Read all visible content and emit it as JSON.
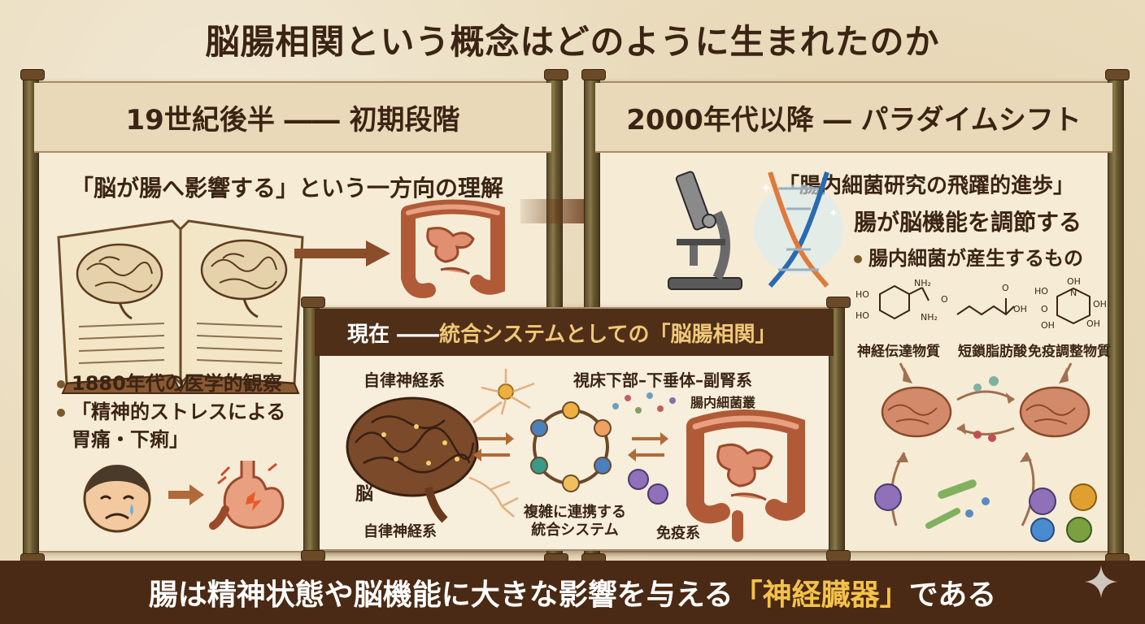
{
  "title": "脳腸相関という概念はどのように生まれたのか",
  "left_panel": {
    "header": "19世紀後半 ―― 初期段階",
    "subtitle": "「脳が腸へ影響する」という一方向の理解",
    "bullet1": "1880年代の医学的観察",
    "bullet2_line1": "「精神的ストレスによる",
    "bullet2_line2": "胃痛・下痢」"
  },
  "right_panel": {
    "header": "2000年代以降 ― パラダイムシフト",
    "subtitle1": "「腸内細菌研究の飛躍的進歩」",
    "subtitle2": "腸が脳機能を調節する",
    "bullet": "腸内細菌が産生するもの",
    "chem1": "神経伝達物質",
    "chem2": "短鎖脂肪酸",
    "chem3": "免疫調整物質",
    "chem_labels": {
      "ho1": "HO",
      "ho2": "HO",
      "nh2a": "NH₂",
      "nh2b": "NH₂",
      "o1": "O",
      "oh1": "OH",
      "o2": "O",
      "oh_top": "OH",
      "ho3": "HO",
      "n": "N",
      "o3": "O",
      "oh2": "OH",
      "oh3": "OH",
      "oh4": "OH"
    }
  },
  "center_panel": {
    "header_prefix": "現在 ―― ",
    "header_highlight": "統合システムとしての「脳腸相関」",
    "label_ans_top": "自律神経系",
    "label_hpa": "視床下部–下垂体–副腎系",
    "label_microbiota": "腸内細菌叢",
    "label_brain": "脳",
    "label_ans_bottom": "自律神経系",
    "label_system_line1": "複雑に連携する",
    "label_system_line2": "統合システム",
    "label_immune": "免疫系"
  },
  "bottom": {
    "prefix": "腸は精神状態や脳機能に大きな影響を与える",
    "highlight": "「神経臓器」",
    "suffix": "である"
  },
  "colors": {
    "dark_brown": "#4a2a14",
    "accent_gold": "#f4c24a",
    "gut": "#d9896a",
    "brain": "#c9876a"
  }
}
